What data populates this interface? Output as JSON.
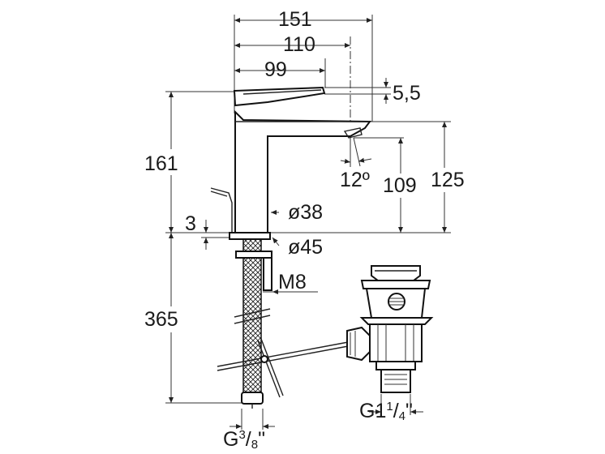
{
  "dimensions": {
    "overall_width": "151",
    "spout_reach": "110",
    "handle_reach": "99",
    "handle_thickness": "5,5",
    "total_height": "161",
    "spout_height": "125",
    "outlet_height": "109",
    "spout_angle": "12º",
    "body_diameter": "ø38",
    "base_diameter": "ø45",
    "base_offset": "3",
    "stud_thread": "M8",
    "hose_length": "365",
    "inlet_thread_main": "G",
    "inlet_thread_num": "3",
    "inlet_thread_den": "8",
    "inlet_thread_unit": "\"",
    "waste_thread_main": "G1",
    "waste_thread_num": "1",
    "waste_thread_den": "4",
    "waste_thread_unit": "\""
  }
}
